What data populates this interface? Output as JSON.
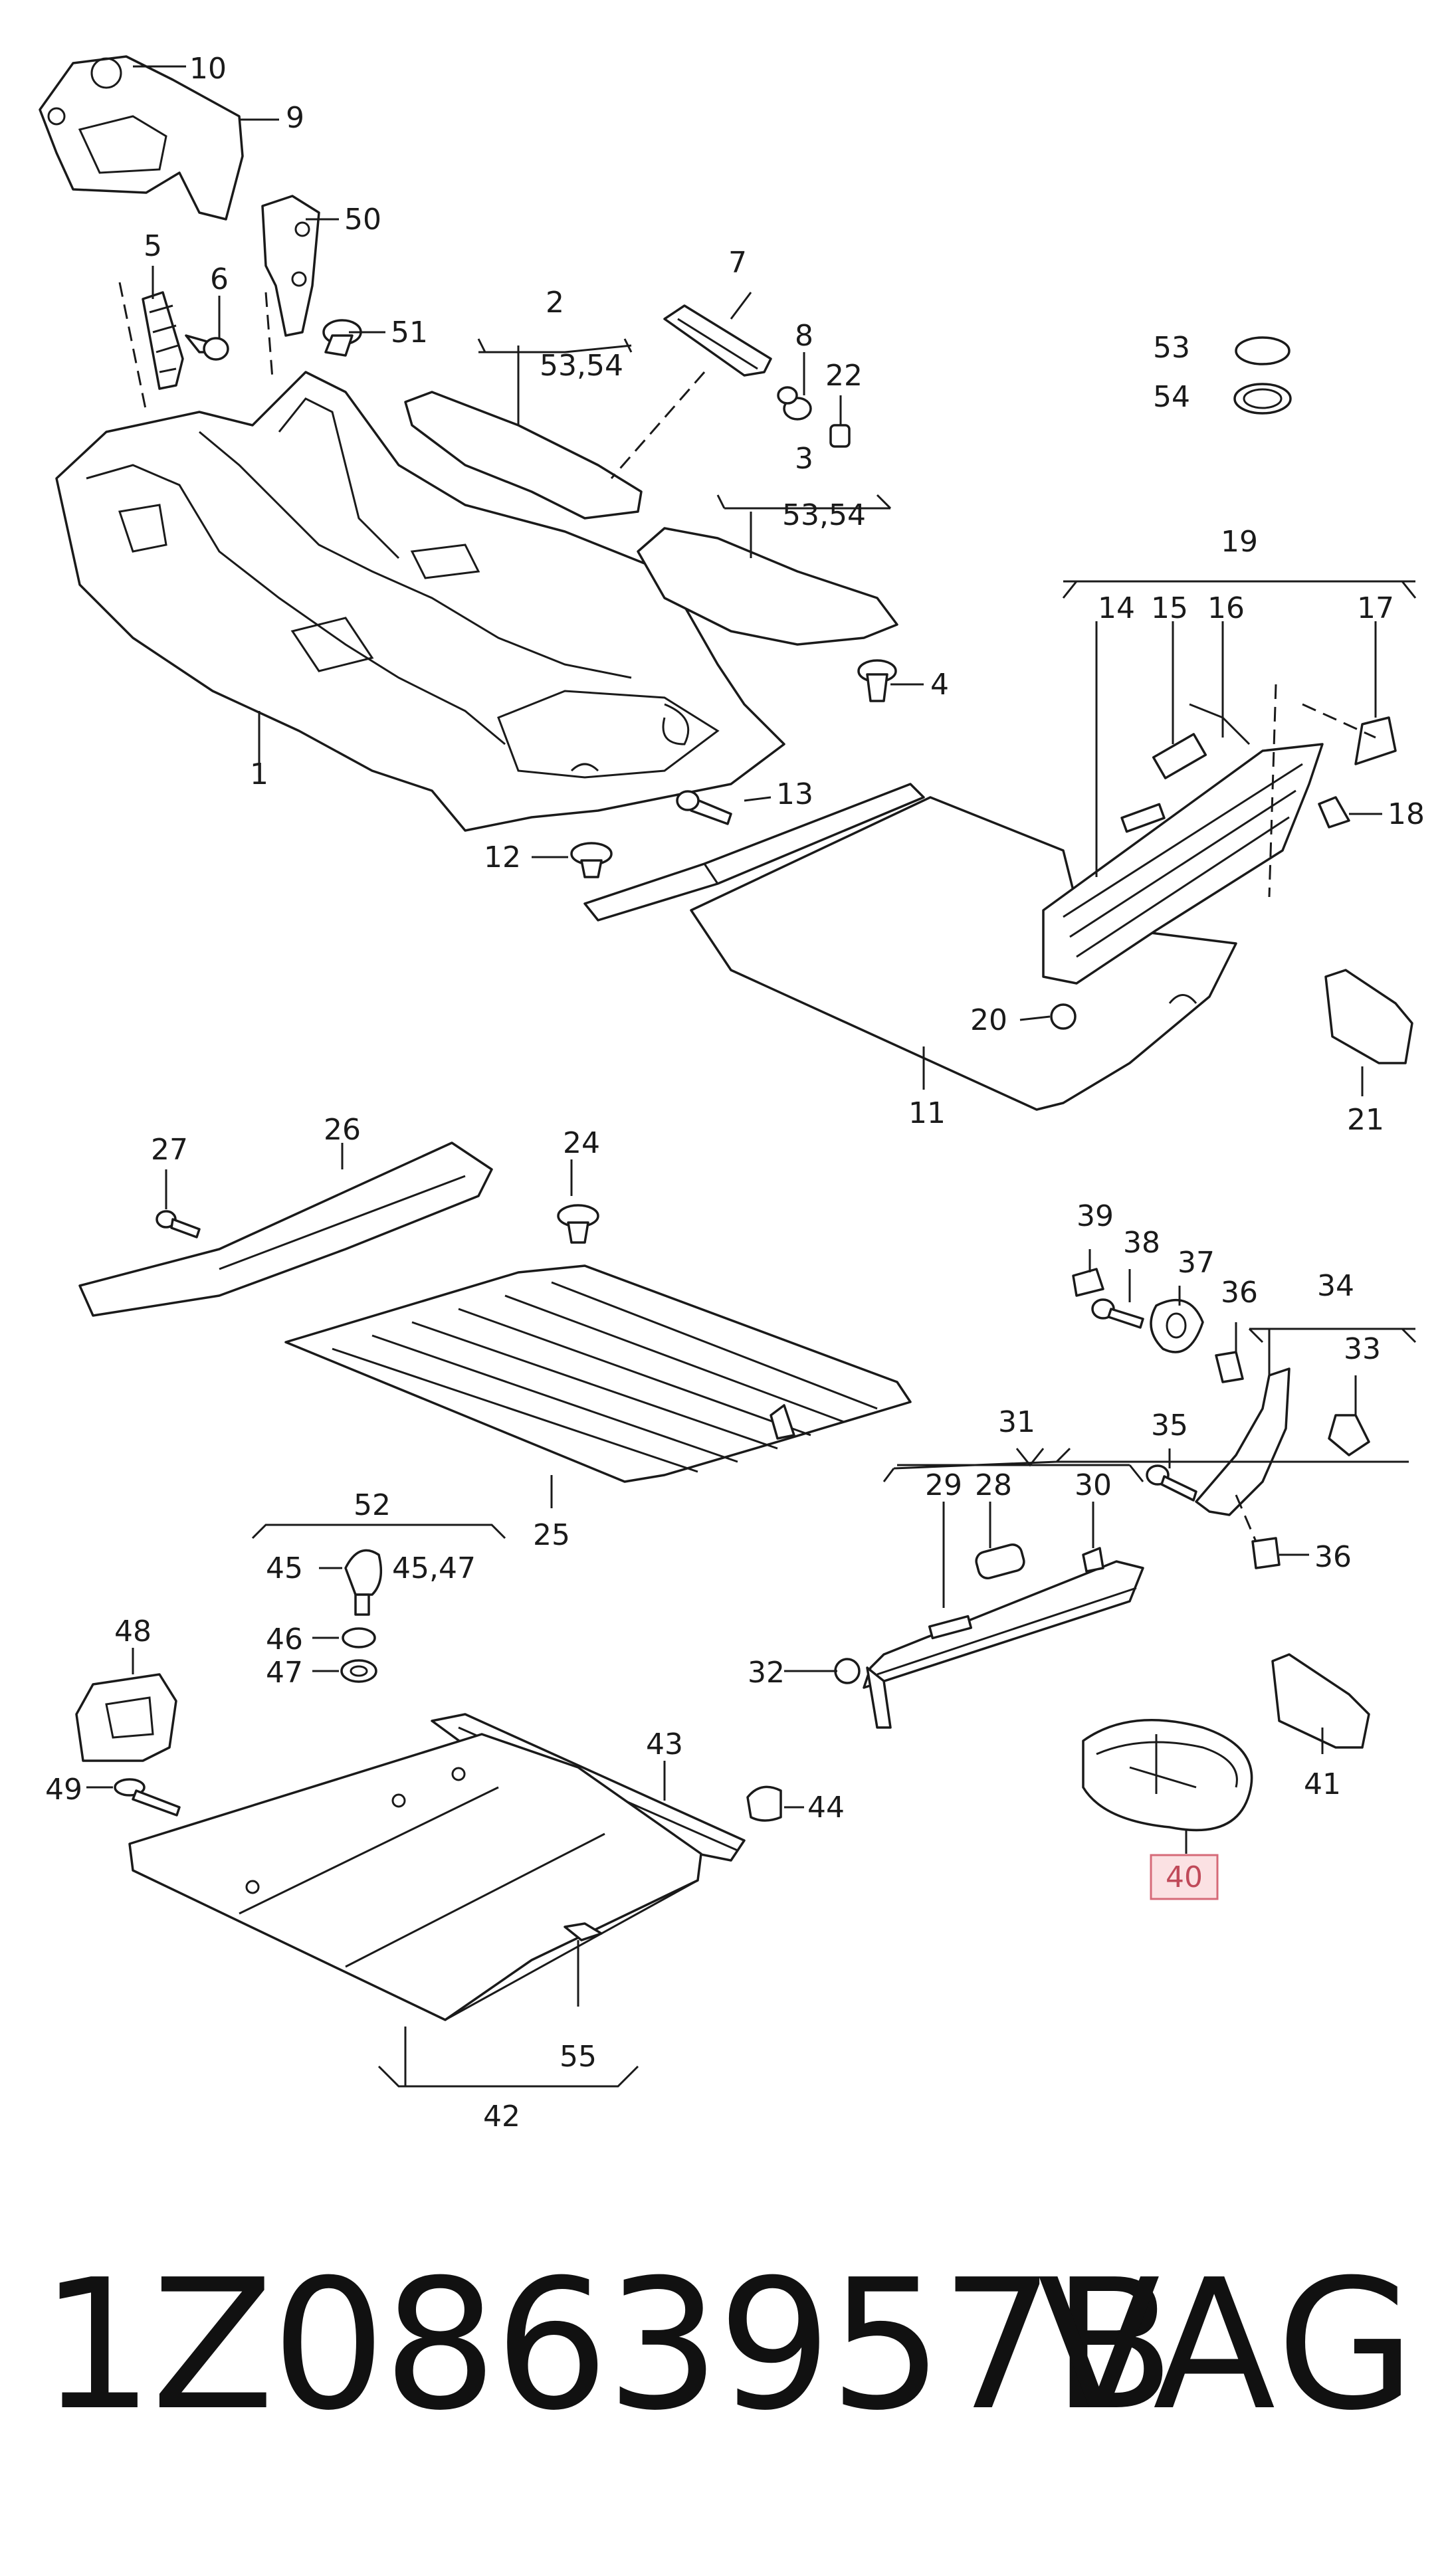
{
  "diagram": {
    "callouts": [
      "1",
      "2",
      "3",
      "4",
      "5",
      "6",
      "7",
      "8",
      "9",
      "10",
      "11",
      "12",
      "13",
      "14",
      "15",
      "16",
      "17",
      "18",
      "19",
      "20",
      "21",
      "22",
      "24",
      "25",
      "26",
      "27",
      "28",
      "29",
      "30",
      "31",
      "32",
      "33",
      "34",
      "35",
      "36",
      "37",
      "38",
      "39",
      "41",
      "42",
      "43",
      "44",
      "45",
      "46",
      "47",
      "48",
      "49",
      "50",
      "51",
      "52",
      "53",
      "54",
      "55"
    ],
    "group_labels": {
      "g2": "53,54",
      "g3": "53,54",
      "g52": "45,47"
    },
    "highlighted_callout": "40",
    "highlight_colors": {
      "fill": "#fbe1e3",
      "stroke": "#d66a78",
      "text": "#c04a5a"
    }
  },
  "footer": {
    "part_number": "1Z0863957B",
    "brand": "VAG"
  }
}
